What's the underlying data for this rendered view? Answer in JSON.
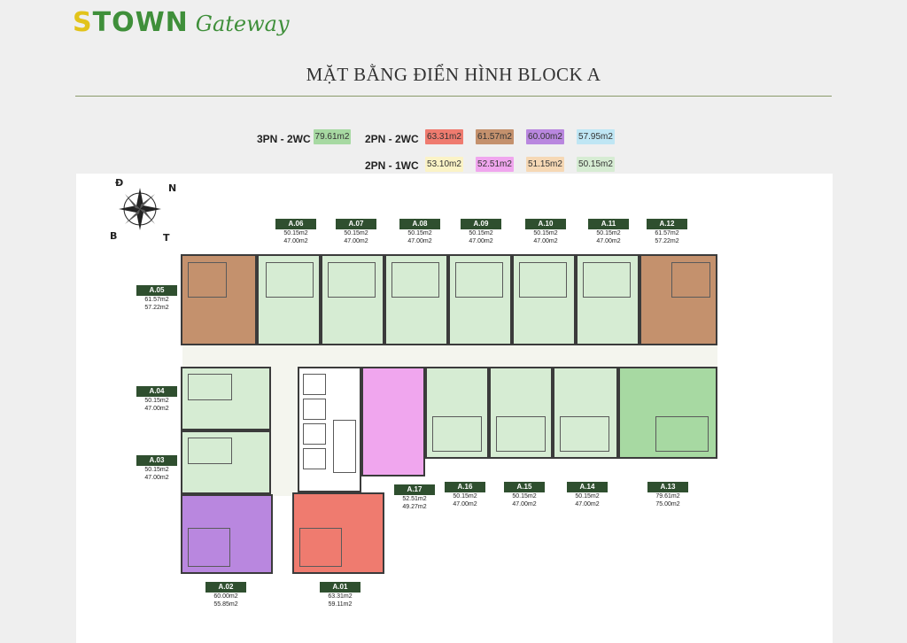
{
  "brand": {
    "logo_prefix": "S",
    "logo_main": "TOWN",
    "logo_sub": "Gateway"
  },
  "title": "MẶT BẰNG ĐIỂN HÌNH BLOCK A",
  "legend": {
    "row1_label": "3PN - 2WC",
    "row2_label": "2PN - 2WC",
    "row3_label": "2PN - 1WC",
    "chips": [
      {
        "text": "79.61m2",
        "color": "#a7d9a2"
      },
      {
        "text": "63.31m2",
        "color": "#ef7b6f"
      },
      {
        "text": "61.57m2",
        "color": "#c4916d"
      },
      {
        "text": "60.00m2",
        "color": "#b987df"
      },
      {
        "text": "57.95m2",
        "color": "#bfe6f4"
      },
      {
        "text": "53.10m2",
        "color": "#fbf3c6"
      },
      {
        "text": "52.51m2",
        "color": "#f0a6ee"
      },
      {
        "text": "51.15m2",
        "color": "#f6d8b5"
      },
      {
        "text": "50.15m2",
        "color": "#d6ecd3"
      }
    ]
  },
  "compass": {
    "n": "N",
    "d": "Đ",
    "b": "B",
    "t": "T"
  },
  "units": [
    {
      "id": "A.01",
      "a1": "63.31m2",
      "a2": "59.11m2"
    },
    {
      "id": "A.02",
      "a1": "60.00m2",
      "a2": "55.85m2"
    },
    {
      "id": "A.03",
      "a1": "50.15m2",
      "a2": "47.00m2"
    },
    {
      "id": "A.04",
      "a1": "50.15m2",
      "a2": "47.00m2"
    },
    {
      "id": "A.05",
      "a1": "61.57m2",
      "a2": "57.22m2"
    },
    {
      "id": "A.06",
      "a1": "50.15m2",
      "a2": "47.00m2"
    },
    {
      "id": "A.07",
      "a1": "50.15m2",
      "a2": "47.00m2"
    },
    {
      "id": "A.08",
      "a1": "50.15m2",
      "a2": "47.00m2"
    },
    {
      "id": "A.09",
      "a1": "50.15m2",
      "a2": "47.00m2"
    },
    {
      "id": "A.10",
      "a1": "50.15m2",
      "a2": "47.00m2"
    },
    {
      "id": "A.11",
      "a1": "50.15m2",
      "a2": "47.00m2"
    },
    {
      "id": "A.12",
      "a1": "61.57m2",
      "a2": "57.22m2"
    },
    {
      "id": "A.13",
      "a1": "79.61m2",
      "a2": "75.00m2"
    },
    {
      "id": "A.14",
      "a1": "50.15m2",
      "a2": "47.00m2"
    },
    {
      "id": "A.15",
      "a1": "50.15m2",
      "a2": "47.00m2"
    },
    {
      "id": "A.16",
      "a1": "50.15m2",
      "a2": "47.00m2"
    },
    {
      "id": "A.17",
      "a1": "52.51m2",
      "a2": "49.27m2"
    }
  ]
}
